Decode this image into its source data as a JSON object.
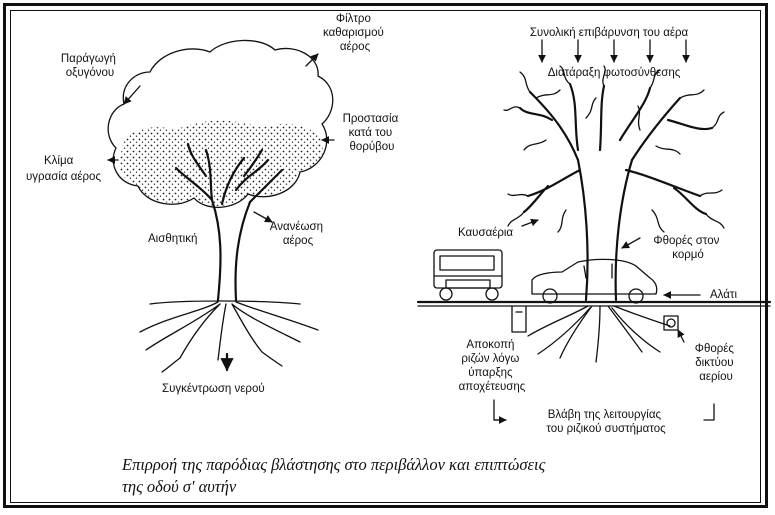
{
  "left_tree": {
    "labels": {
      "oxygen": [
        "Παράγωγή",
        "οξυγόνου"
      ],
      "filter": [
        "Φίλτρο",
        "καθαρισμού",
        "αέρος"
      ],
      "noise": [
        "Προστασία",
        "κατά του",
        "θορύβου"
      ],
      "climate": [
        "Κλίμα",
        "υγρασία αέρος"
      ],
      "aesthetic": [
        "Αισθητική"
      ],
      "renewal": [
        "Ανανέωση",
        "αέρος"
      ],
      "water": [
        "Συγκέντρωση νερού"
      ]
    }
  },
  "right_tree": {
    "labels": {
      "pollution": [
        "Συνολική επιβάρυνση του αέρα"
      ],
      "photosynthesis": [
        "Διατάραξη φωτοσύνθεσης"
      ],
      "exhaust": [
        "Καυσαέρια"
      ],
      "trunk": [
        "Φθορές στον",
        "κορμό"
      ],
      "salt": [
        "Αλάτι"
      ],
      "roots_cut": [
        "Αποκοπή",
        "ριζών λόγω",
        "ύπαρξης",
        "αποχέτευσης"
      ],
      "gas": [
        "Φθορές",
        "δικτύου",
        "αερίου"
      ],
      "root_damage": [
        "Βλάβη της λειτουργίας",
        "του ριζικού συστήματος"
      ]
    }
  },
  "caption": {
    "line1": "Επιρροή της παρόδιας βλάστησης στο περιβάλλον και επιπτώσεις",
    "line2": "της οδού σ' αυτήν"
  }
}
